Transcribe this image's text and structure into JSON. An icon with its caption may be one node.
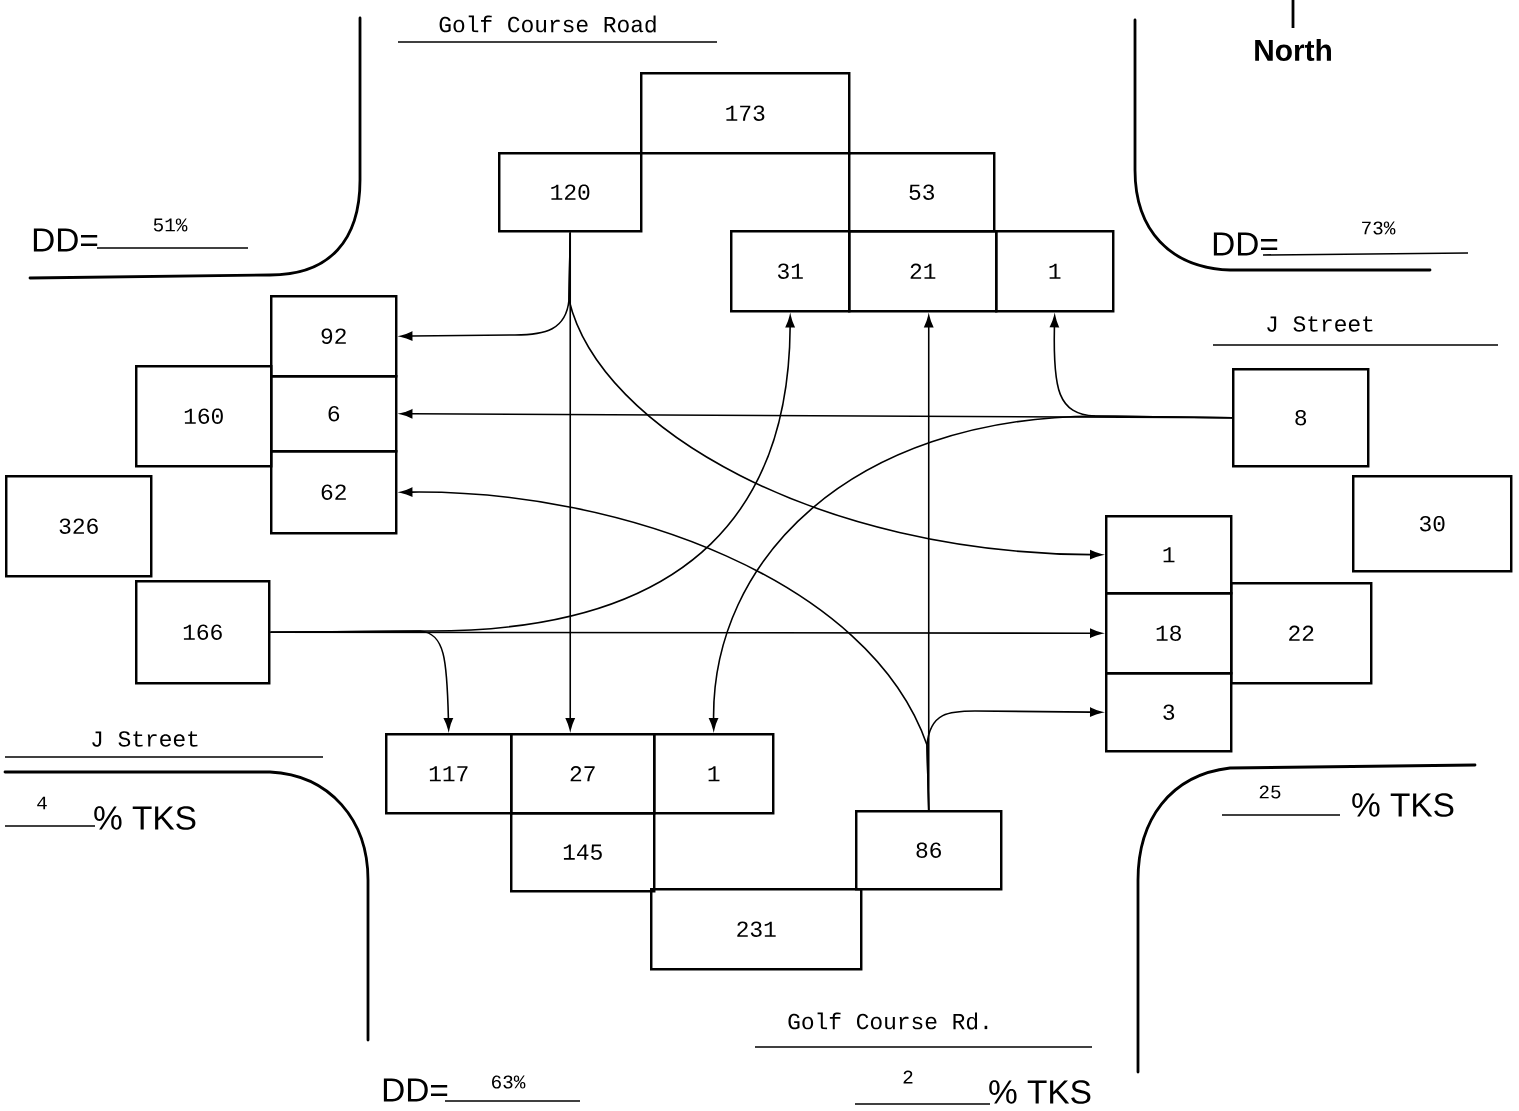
{
  "diagram": {
    "nodes": [
      {
        "text": [
          "173"
        ]
      },
      {
        "text": [
          "120"
        ]
      },
      {
        "text": [
          "53"
        ]
      },
      {
        "text": [
          "31"
        ]
      },
      {
        "text": [
          "21"
        ]
      },
      {
        "text": [
          "1"
        ]
      },
      {
        "text": [
          "92"
        ]
      },
      {
        "text": [
          "6"
        ]
      },
      {
        "text": [
          "62"
        ]
      },
      {
        "text": [
          "160"
        ]
      },
      {
        "text": [
          "326"
        ]
      },
      {
        "text": [
          "166"
        ]
      },
      {
        "text": [
          "8"
        ]
      },
      {
        "text": [
          "30"
        ]
      },
      {
        "text": [
          "1"
        ]
      },
      {
        "text": [
          "18"
        ]
      },
      {
        "text": [
          "3"
        ]
      },
      {
        "text": [
          "22"
        ]
      },
      {
        "text": [
          "117"
        ]
      },
      {
        "text": [
          "27"
        ]
      },
      {
        "text": [
          "1"
        ]
      },
      {
        "text": [
          "145"
        ]
      },
      {
        "text": [
          "86"
        ]
      },
      {
        "text": [
          "231"
        ]
      }
    ],
    "edges": [
      {
        "from": 1,
        "to": 6,
        "arrow": "to"
      },
      {
        "from": 1,
        "to": 19,
        "arrow": "to"
      },
      {
        "from": 1,
        "to": 14,
        "arrow": "to"
      },
      {
        "from": 12,
        "to": 7,
        "arrow": "to"
      },
      {
        "from": 12,
        "to": 5,
        "arrow": "to"
      },
      {
        "from": 12,
        "to": 20,
        "arrow": "to"
      },
      {
        "from": 11,
        "to": 3,
        "arrow": "to"
      },
      {
        "from": 11,
        "to": 15,
        "arrow": "to"
      },
      {
        "from": 11,
        "to": 18,
        "arrow": "to"
      },
      {
        "from": 22,
        "to": 4,
        "arrow": "to"
      },
      {
        "from": 22,
        "to": 16,
        "arrow": "to"
      },
      {
        "from": 22,
        "to": 8,
        "arrow": "to"
      }
    ],
    "labels": [
      "Golf Course Road",
      "North",
      "DD=",
      "51%",
      "DD=",
      "73%",
      "J Street",
      "J Street",
      "4",
      "% TKS",
      "25",
      "% TKS",
      "Golf Course Rd.",
      "DD=",
      "63%",
      "2",
      "% TKS"
    ]
  }
}
